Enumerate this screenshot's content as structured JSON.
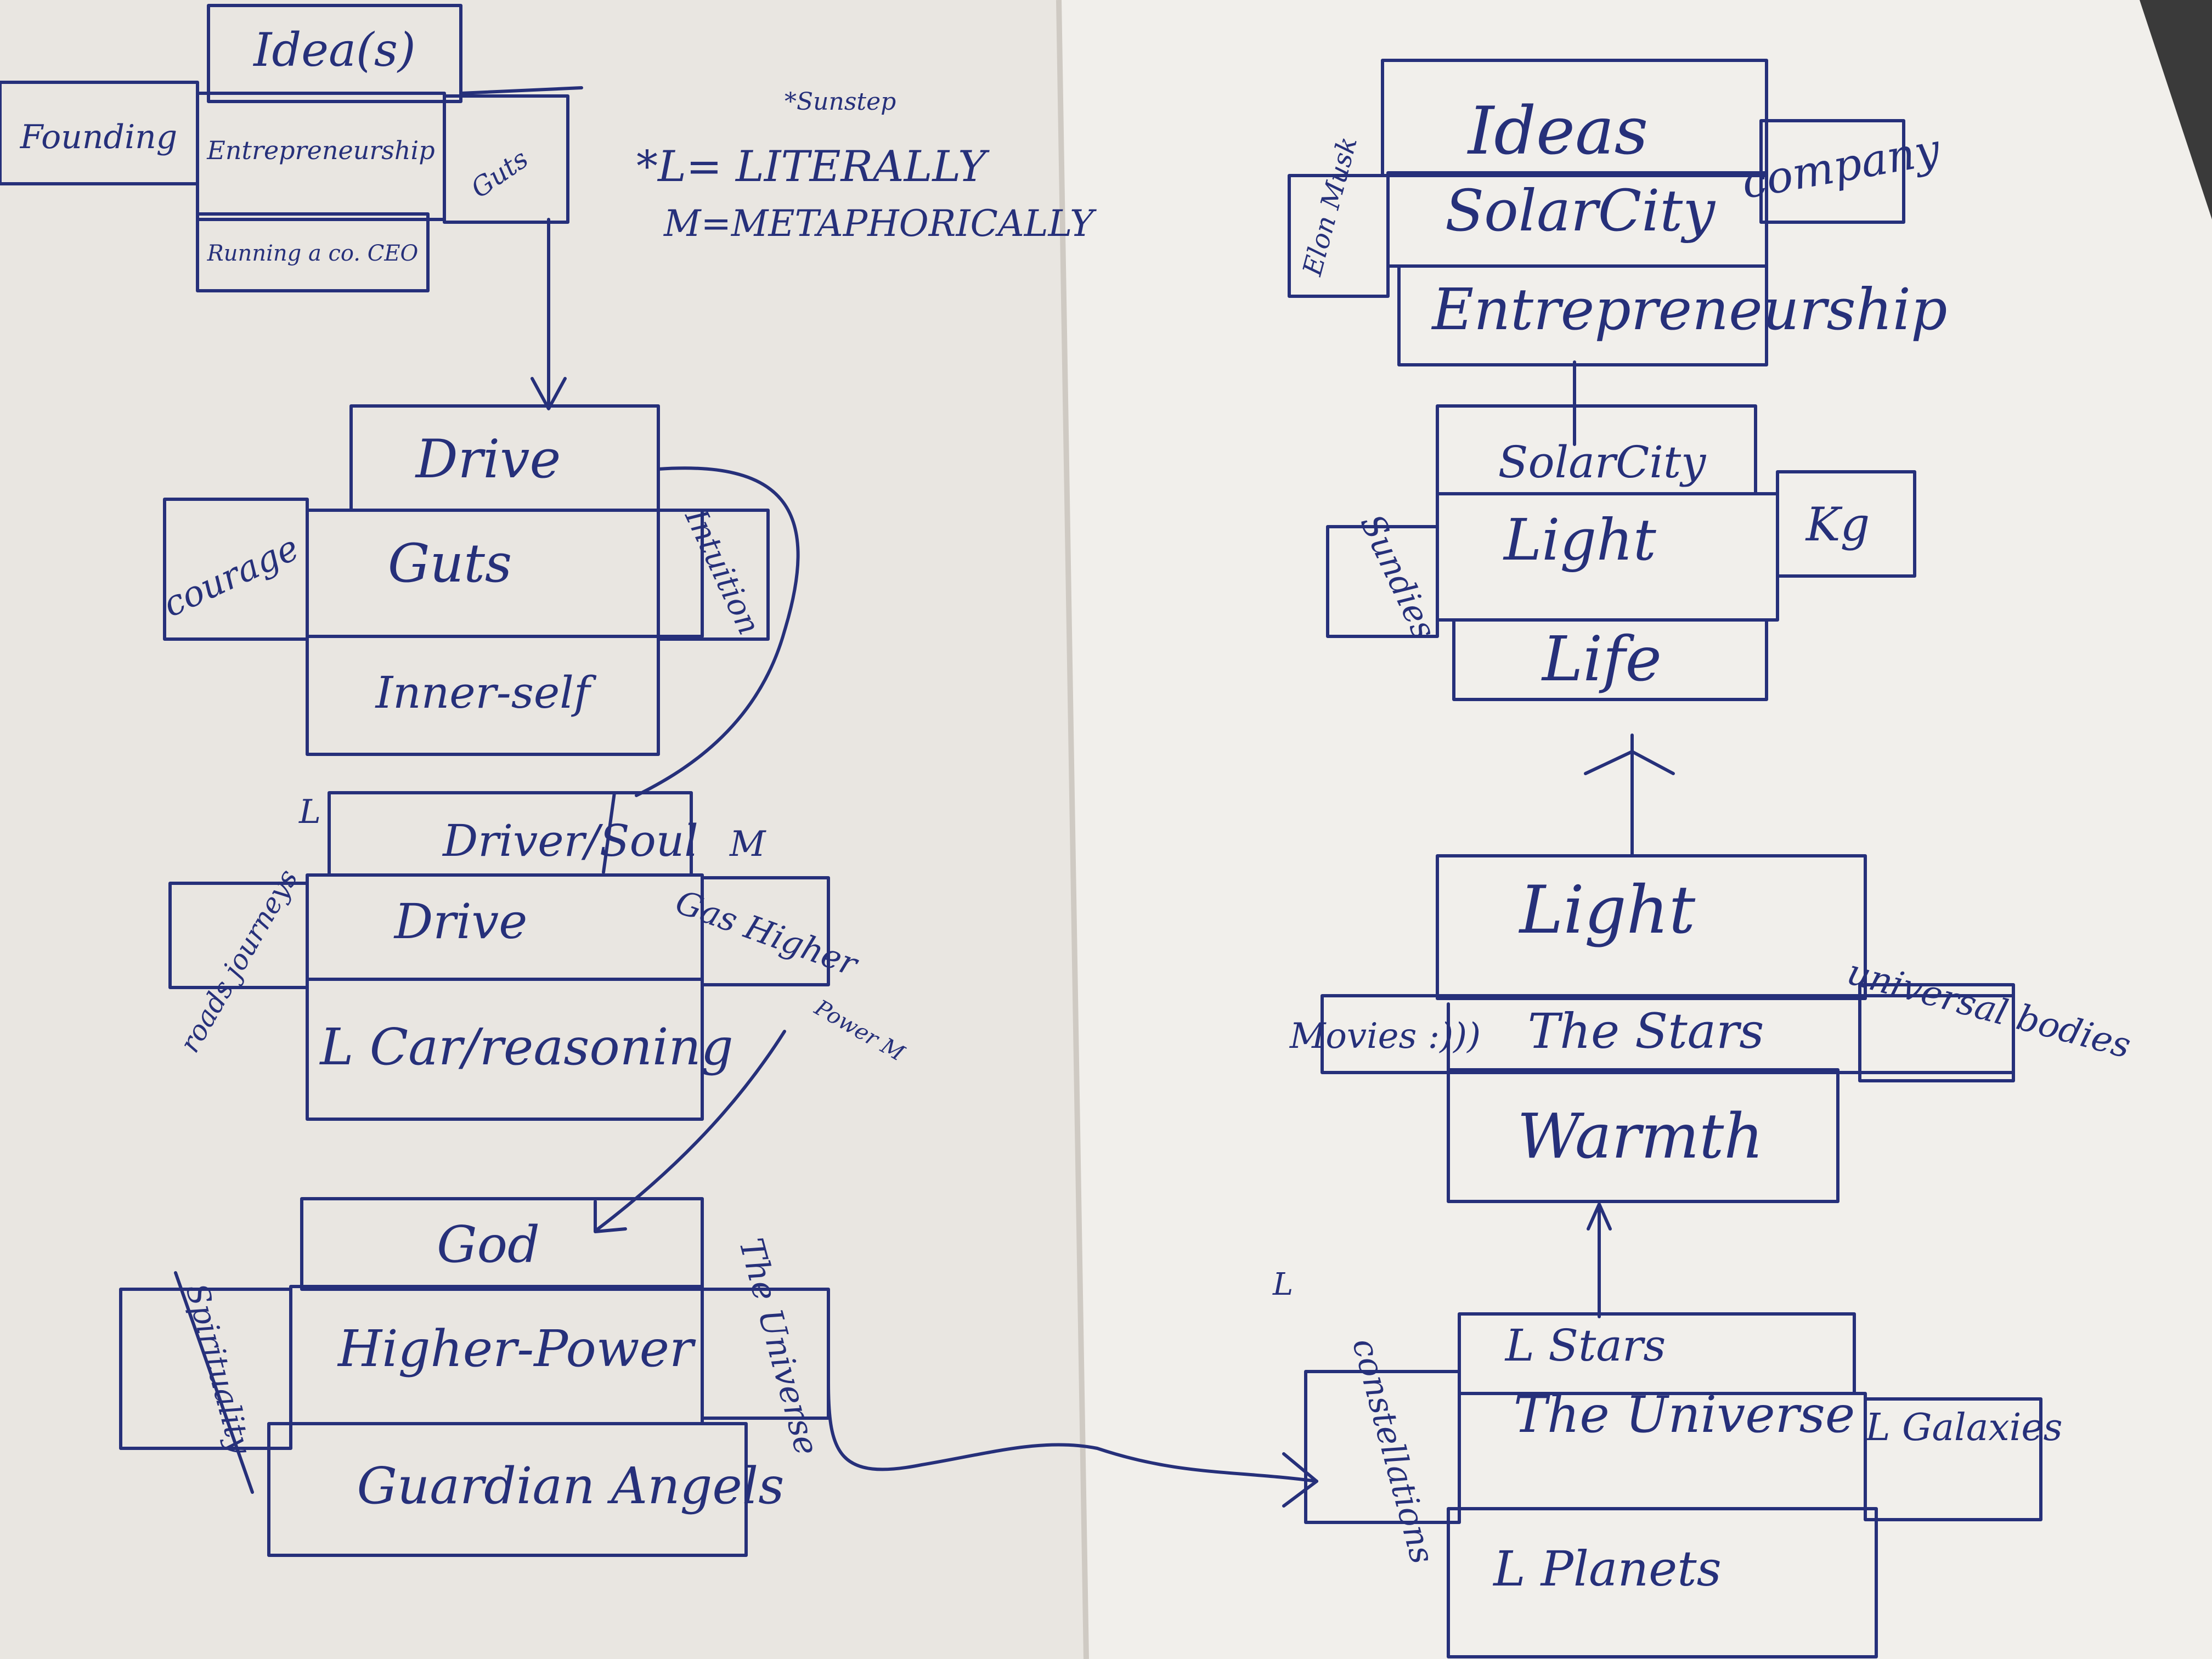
{
  "colors": {
    "ink": "#26307a",
    "paper_left": "#e9e6e1",
    "paper_right": "#f1efeb",
    "background": "#3a3a3a"
  },
  "legend": {
    "scribble": "*Sunstep",
    "line1": "*L= LITERALLY",
    "line2": "M=METAPHORICALLY"
  },
  "left_page": {
    "ideas_cross": {
      "top": "Idea(s)",
      "center": "Entrepreneurship",
      "left": "Founding",
      "right": "Guts",
      "bottom": "Running a co. CEO"
    },
    "drive_cross": {
      "top": "Drive",
      "center": "Guts",
      "left": "courage",
      "right": "Intuition",
      "bottom": "Inner-self"
    },
    "driver_cross": {
      "top_left_mark": "L",
      "top": "Driver/Soul",
      "top_right_mark": "M",
      "center": "Drive",
      "left": "roads journeys",
      "right": "Gas Higher",
      "bottom": "L Car/reasoning",
      "arrow_label": "Power M"
    },
    "god_cross": {
      "top": "God",
      "center": "Higher-Power",
      "left": "Spirituality",
      "right": "The Universe",
      "bottom": "Guardian Angels"
    }
  },
  "right_page": {
    "ideas_cross": {
      "top": "Ideas",
      "center": "SolarCity",
      "left": "Elon Musk",
      "right": "company",
      "bottom": "Entrepreneurship"
    },
    "solarcity_cross": {
      "top": "SolarCity",
      "center": "Light",
      "left": "Sundies",
      "right": "Kg",
      "bottom": "Life"
    },
    "light_cross": {
      "top": "Light",
      "center": "The Stars",
      "left": "Movies :)))",
      "right": "universal bodies",
      "bottom": "Warmth"
    },
    "universe_cross": {
      "top": "L Stars",
      "center": "The Universe",
      "left": "constellations",
      "left_mark": "L",
      "right": "L Galaxies",
      "bottom": "L Planets"
    }
  }
}
